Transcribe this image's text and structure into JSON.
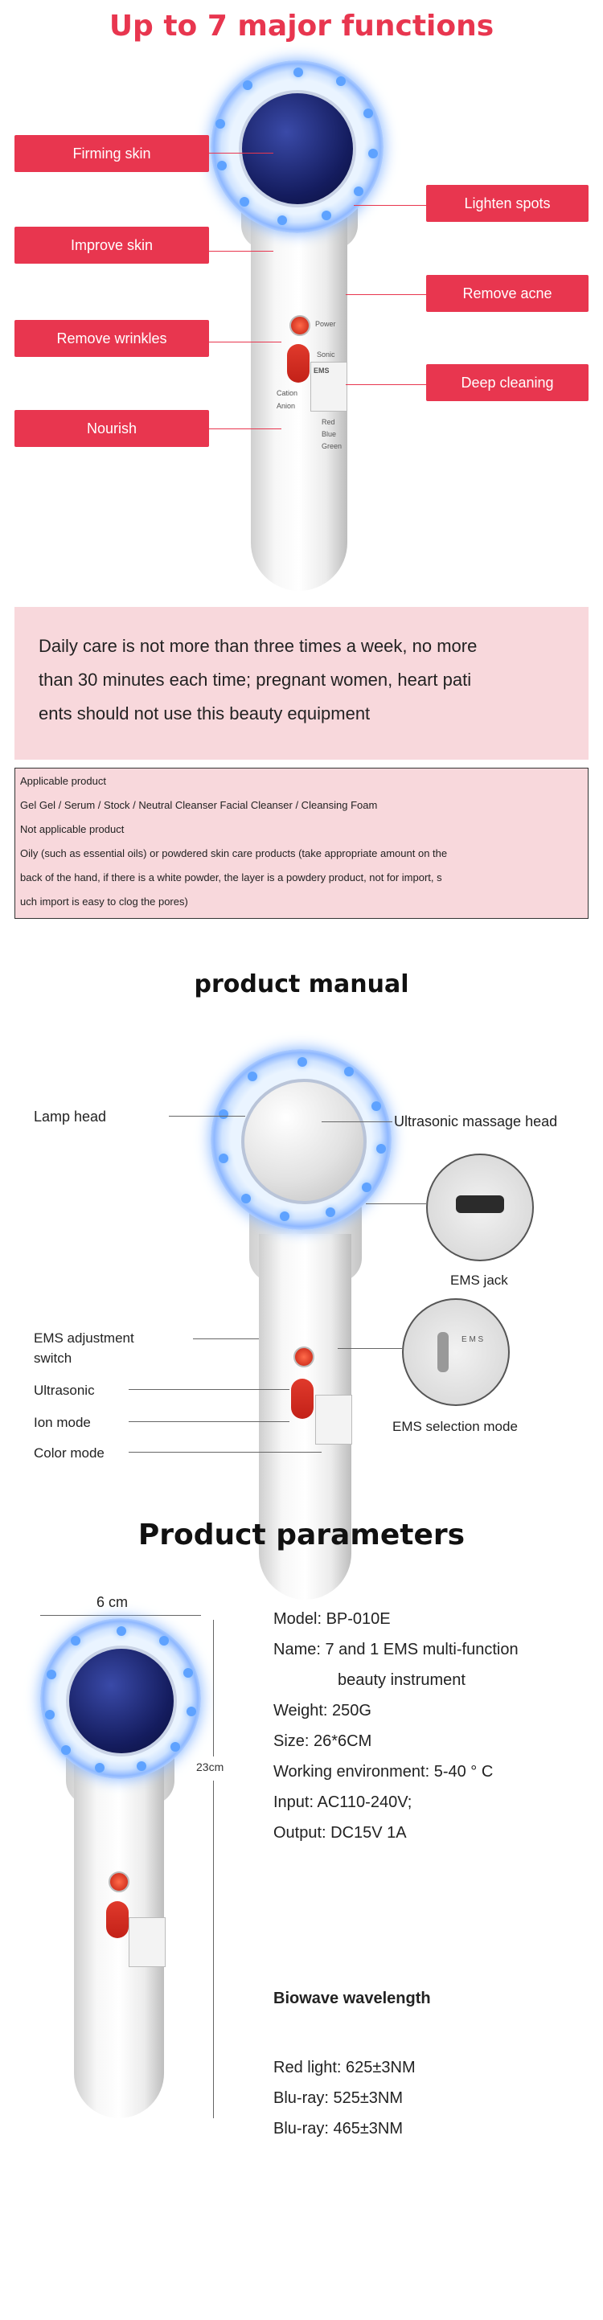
{
  "section1": {
    "title": "Up to 7 major functions",
    "left_labels": [
      "Firming skin",
      "Improve skin",
      "Remove wrinkles",
      "Nourish"
    ],
    "right_labels": [
      "Lighten spots",
      "Remove acne",
      "Deep cleaning"
    ],
    "device_text": {
      "power": "Power",
      "sonic": "Sonic",
      "ems": "EMS",
      "cation": "Cation",
      "anion": "Anion",
      "colors": [
        "Red",
        "Blue",
        "Green"
      ]
    },
    "colors": {
      "accent": "#e8364f",
      "notice_bg": "#f8d8dc"
    }
  },
  "notice": {
    "lines": [
      "Daily care is not more than three times a week, no more",
      "than 30 minutes each time; pregnant women, heart pati",
      "ents should not use this beauty equipment"
    ]
  },
  "usage": {
    "lines": [
      "Applicable product",
      "Gel Gel / Serum / Stock / Neutral Cleanser Facial Cleanser / Cleansing Foam",
      "Not applicable product",
      "Oily (such as essential oils) or powdered skin care products (take appropriate amount on the",
      "back of the hand, if there is a white powder, the layer is a powdery product, not for import, s",
      "uch import is easy to clog the pores)"
    ]
  },
  "manual": {
    "title": "product manual",
    "labels": {
      "lamp_head": "Lamp head",
      "ultrasonic_head": "Ultrasonic massage head",
      "ems_jack": "EMS jack",
      "ems_adjust_1": "EMS adjustment",
      "ems_adjust_2": "switch",
      "ultrasonic": "Ultrasonic",
      "ion_mode": "Ion mode",
      "color_mode": "Color mode",
      "ems_selection": "EMS selection mode"
    }
  },
  "params": {
    "title": "Product parameters",
    "width_label": "6 cm",
    "height_label": "23cm",
    "specs": [
      "Model: BP-010E",
      "Name: 7 and 1 EMS multi-function",
      "beauty instrument",
      "Weight: 250G",
      "Size: 26*6CM",
      "Working environment: 5-40 ° C",
      "Input: AC110-240V;",
      "Output: DC15V 1A"
    ],
    "bio_title": "Biowave wavelength",
    "bio": [
      "Red light: 625±3NM",
      "Blu-ray: 525±3NM",
      "Blu-ray: 465±3NM"
    ]
  }
}
